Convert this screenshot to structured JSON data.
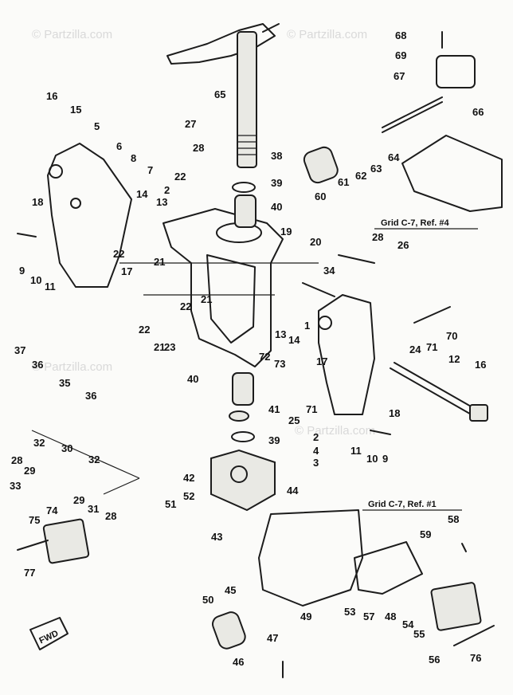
{
  "watermark": "© Partzilla.com",
  "grid_refs": [
    "Grid C-7, Ref. #4",
    "Grid C-7, Ref. #1"
  ],
  "fwd_label": "FWD",
  "labels": [
    "1",
    "2",
    "3",
    "4",
    "5",
    "6",
    "7",
    "8",
    "9",
    "10",
    "11",
    "12",
    "13",
    "14",
    "15",
    "16",
    "17",
    "18",
    "19",
    "20",
    "21",
    "22",
    "23",
    "24",
    "25",
    "26",
    "27",
    "28",
    "29",
    "30",
    "31",
    "32",
    "33",
    "34",
    "35",
    "36",
    "37",
    "38",
    "39",
    "40",
    "41",
    "42",
    "43",
    "44",
    "45",
    "46",
    "47",
    "48",
    "49",
    "50",
    "51",
    "52",
    "53",
    "54",
    "55",
    "56",
    "57",
    "58",
    "59",
    "60",
    "61",
    "62",
    "63",
    "64",
    "65",
    "66",
    "67",
    "68",
    "69",
    "70",
    "71",
    "72",
    "73",
    "74",
    "75",
    "76",
    "77"
  ]
}
